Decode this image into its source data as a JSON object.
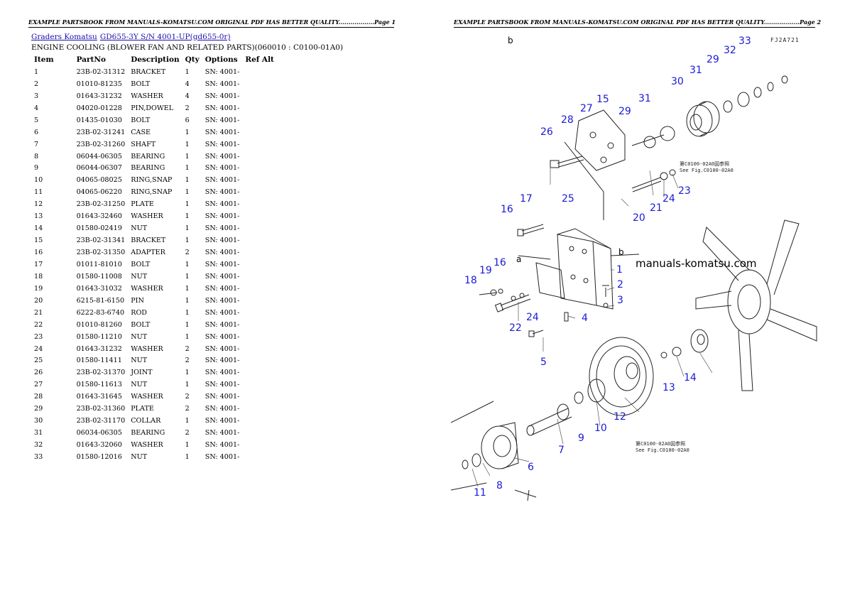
{
  "page1": {
    "header": "EXAMPLE PARTSBOOK FROM MANUALS-KOMATSU.COM ORIGINAL PDF HAS BETTER QUALITY..................Page 1",
    "breadcrumbs": [
      "Graders Komatsu",
      "GD655-3Y S/N 4001-UP(gd655-0r)"
    ],
    "section_title": "ENGINE COOLING (BLOWER FAN AND RELATED PARTS)(060010 : C0100-01A0)",
    "columns": [
      "Item",
      "PartNo",
      "Description",
      "Qty",
      "Options",
      "Ref Alt"
    ],
    "rows": [
      [
        "1",
        "23B-02-31312",
        "BRACKET",
        "1",
        "SN: 4001-",
        ""
      ],
      [
        "2",
        "01010-81235",
        "BOLT",
        "4",
        "SN: 4001-",
        ""
      ],
      [
        "3",
        "01643-31232",
        "WASHER",
        "4",
        "SN: 4001-",
        ""
      ],
      [
        "4",
        "04020-01228",
        "PIN,DOWEL",
        "2",
        "SN: 4001-",
        ""
      ],
      [
        "5",
        "01435-01030",
        "BOLT",
        "6",
        "SN: 4001-",
        ""
      ],
      [
        "6",
        "23B-02-31241",
        "CASE",
        "1",
        "SN: 4001-",
        ""
      ],
      [
        "7",
        "23B-02-31260",
        "SHAFT",
        "1",
        "SN: 4001-",
        ""
      ],
      [
        "8",
        "06044-06305",
        "BEARING",
        "1",
        "SN: 4001-",
        ""
      ],
      [
        "9",
        "06044-06307",
        "BEARING",
        "1",
        "SN: 4001-",
        ""
      ],
      [
        "10",
        "04065-08025",
        "RING,SNAP",
        "1",
        "SN: 4001-",
        ""
      ],
      [
        "11",
        "04065-06220",
        "RING,SNAP",
        "1",
        "SN: 4001-",
        ""
      ],
      [
        "12",
        "23B-02-31250",
        "PLATE",
        "1",
        "SN: 4001-",
        ""
      ],
      [
        "13",
        "01643-32460",
        "WASHER",
        "1",
        "SN: 4001-",
        ""
      ],
      [
        "14",
        "01580-02419",
        "NUT",
        "1",
        "SN: 4001-",
        ""
      ],
      [
        "15",
        "23B-02-31341",
        "BRACKET",
        "1",
        "SN: 4001-",
        ""
      ],
      [
        "16",
        "23B-02-31350",
        "ADAPTER",
        "2",
        "SN: 4001-",
        ""
      ],
      [
        "17",
        "01011-81010",
        "BOLT",
        "1",
        "SN: 4001-",
        ""
      ],
      [
        "18",
        "01580-11008",
        "NUT",
        "1",
        "SN: 4001-",
        ""
      ],
      [
        "19",
        "01643-31032",
        "WASHER",
        "1",
        "SN: 4001-",
        ""
      ],
      [
        "20",
        "6215-81-6150",
        "PIN",
        "1",
        "SN: 4001-",
        ""
      ],
      [
        "21",
        "6222-83-6740",
        "ROD",
        "1",
        "SN: 4001-",
        ""
      ],
      [
        "22",
        "01010-81260",
        "BOLT",
        "1",
        "SN: 4001-",
        ""
      ],
      [
        "23",
        "01580-11210",
        "NUT",
        "1",
        "SN: 4001-",
        ""
      ],
      [
        "24",
        "01643-31232",
        "WASHER",
        "2",
        "SN: 4001-",
        ""
      ],
      [
        "25",
        "01580-11411",
        "NUT",
        "2",
        "SN: 4001-",
        ""
      ],
      [
        "26",
        "23B-02-31370",
        "JOINT",
        "1",
        "SN: 4001-",
        ""
      ],
      [
        "27",
        "01580-11613",
        "NUT",
        "1",
        "SN: 4001-",
        ""
      ],
      [
        "28",
        "01643-31645",
        "WASHER",
        "2",
        "SN: 4001-",
        ""
      ],
      [
        "29",
        "23B-02-31360",
        "PLATE",
        "2",
        "SN: 4001-",
        ""
      ],
      [
        "30",
        "23B-02-31170",
        "COLLAR",
        "1",
        "SN: 4001-",
        ""
      ],
      [
        "31",
        "06034-06305",
        "BEARING",
        "2",
        "SN: 4001-",
        ""
      ],
      [
        "32",
        "01643-32060",
        "WASHER",
        "1",
        "SN: 4001-",
        ""
      ],
      [
        "33",
        "01580-12016",
        "NUT",
        "1",
        "SN: 4001-",
        ""
      ]
    ]
  },
  "page2": {
    "header": "EXAMPLE PARTSBOOK FROM MANUALS-KOMATSU.COM ORIGINAL PDF HAS BETTER QUALITY..................Page 2",
    "drawing_code": "FJ2A721",
    "watermark": "manuals-komatsu.com",
    "ref_note_1_jp": "第C0100-02A0図参照",
    "ref_note_1_en": "See Fig.C0100-02A0",
    "ref_note_2_jp": "第C0100-02A0図参照",
    "ref_note_2_en": "See Fig.C0100-02A0",
    "letter_a": "a",
    "letter_b": "b",
    "callouts": [
      "1",
      "2",
      "3",
      "4",
      "5",
      "6",
      "7",
      "8",
      "9",
      "10",
      "11",
      "12",
      "13",
      "14",
      "15",
      "16",
      "17",
      "18",
      "19",
      "20",
      "21",
      "22",
      "23",
      "24",
      "25",
      "26",
      "27",
      "28",
      "29",
      "30",
      "31",
      "32",
      "33"
    ],
    "callout_16b": "16",
    "callout_24b": "24"
  }
}
